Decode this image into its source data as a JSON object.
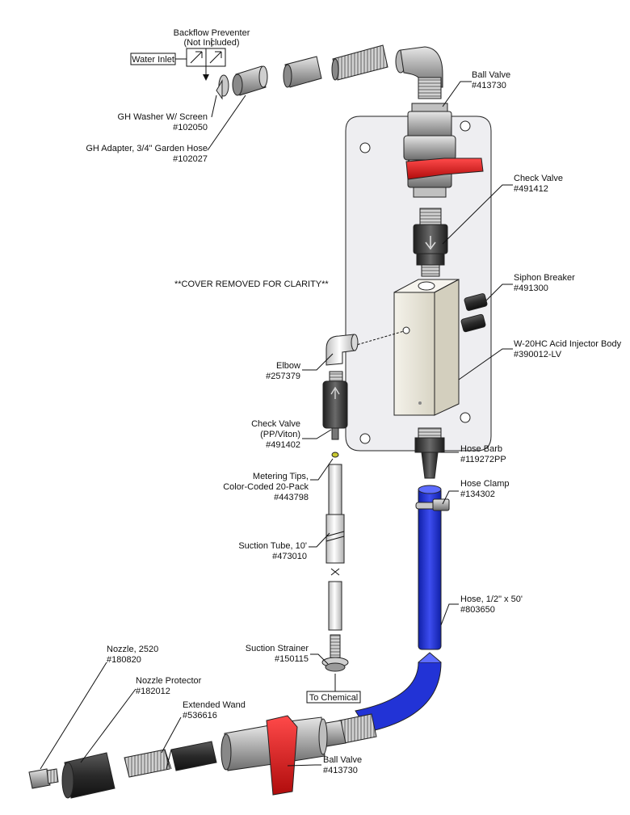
{
  "note": "**COVER REMOVED FOR CLARITY**",
  "labels": {
    "backflow": [
      "Backflow Preventer",
      "(Not Included)"
    ],
    "water_inlet": "Water Inlet",
    "gh_washer": [
      "GH Washer W/ Screen",
      "#102050"
    ],
    "gh_adapter": [
      "GH Adapter, 3/4\" Garden Hose",
      "#102027"
    ],
    "ball_valve_top": [
      "Ball Valve",
      "#413730"
    ],
    "check_valve_top": [
      "Check Valve",
      "#491412"
    ],
    "siphon_breaker": [
      "Siphon Breaker",
      "#491300"
    ],
    "injector_body": [
      "W-20HC Acid Injector Body",
      "#390012-LV"
    ],
    "elbow": [
      "Elbow",
      "#257379"
    ],
    "check_valve_pp": [
      "Check Valve",
      "(PP/Viton)",
      "#491402"
    ],
    "metering_tips": [
      "Metering Tips,",
      "Color-Coded 20-Pack",
      "#443798"
    ],
    "suction_tube": [
      "Suction Tube, 10'",
      "#473010"
    ],
    "suction_strainer": [
      "Suction Strainer",
      "#150115"
    ],
    "to_chemical": "To Chemical",
    "hose_barb": [
      "Hose Barb",
      "#119272PP"
    ],
    "hose_clamp": [
      "Hose Clamp",
      "#134302"
    ],
    "hose": [
      "Hose, 1/2\" x 50'",
      "#803650"
    ],
    "nozzle": [
      "Nozzle, 2520",
      "#180820"
    ],
    "nozzle_protector": [
      "Nozzle Protector",
      "#182012"
    ],
    "extended_wand": [
      "Extended Wand",
      "#536616"
    ],
    "ball_valve_bottom": [
      "Ball Valve",
      "#413730"
    ]
  },
  "colors": {
    "valve_handle": "#e01818",
    "hose": "#2233d6",
    "plate": "#eeeef1",
    "body": "#ece9dc",
    "metal": "#a9a9a9",
    "dark_part": "#3a3a3a"
  }
}
